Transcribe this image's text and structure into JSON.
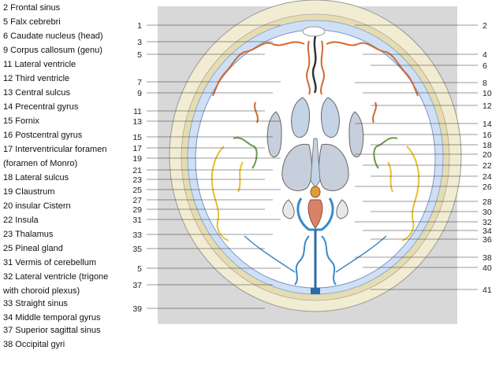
{
  "legend": [
    "2 Frontal sinus",
    "5 Falx cebrebri",
    "6 Caudate nucleus (head)",
    "9 Corpus callosum (genu)",
    "11 Lateral ventricle",
    "12 Third ventricle",
    "13 Central sulcus",
    "14 Precentral gyrus",
    "15 Fornix",
    "16 Postcentral gyrus",
    "17 Interventricular foramen",
    "(foramen of Monro)",
    "18 Lateral sulcus",
    "19 Claustrum",
    "20 insular Cistern",
    "22 Insula",
    "23 Thalamus",
    "25 Pineal gland",
    "31 Vermis of cerebellum",
    "32 Lateral ventricle (trigone",
    "with choroid plexus)",
    "33 Straight sinus",
    "34 Middle temporal gyrus",
    "37 Superior sagittal sinus",
    "38 Occipital gyri"
  ],
  "left_numbers": [
    "1",
    "3",
    "5",
    "7",
    "9",
    "11",
    "13",
    "15",
    "17",
    "19",
    "21",
    "23",
    "25",
    "27",
    "29",
    "31",
    "33",
    "35",
    "5",
    "37",
    "39"
  ],
  "right_numbers": [
    "2",
    "4",
    "6",
    "8",
    "10",
    "12",
    "14",
    "16",
    "18",
    "20",
    "22",
    "24",
    "26",
    "28",
    "30",
    "32",
    "34",
    "36",
    "38",
    "40",
    "41"
  ]
}
